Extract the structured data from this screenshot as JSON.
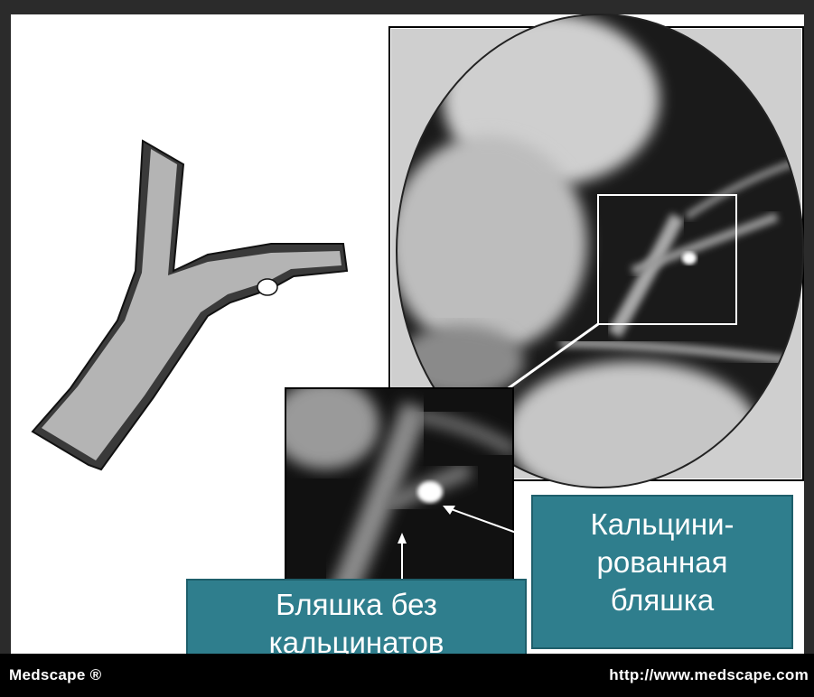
{
  "footer": {
    "left_text": "Medscape ®",
    "right_text": "http://www.medscape.com"
  },
  "callouts": {
    "calcified": {
      "line1": "Кальцини-",
      "line2": "рованная",
      "line3": "бляшка"
    },
    "noncalcified": {
      "line1": "Бляшка без",
      "line2": "кальцинатов"
    }
  },
  "colors": {
    "background": "#2b2b2b",
    "callout_fill": "#2f7e8d",
    "vessel_wall": "#3a3a3a",
    "vessel_lumen": "#b4b4b4"
  }
}
